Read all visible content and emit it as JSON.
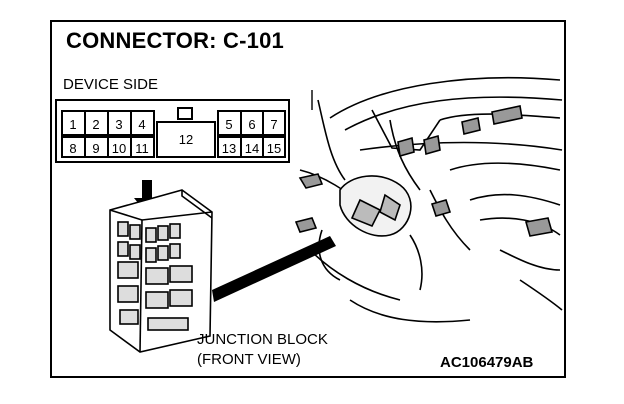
{
  "title": "CONNECTOR: C-101",
  "device_side_label": "DEVICE SIDE",
  "connector": {
    "top_pins": [
      "1",
      "2",
      "3",
      "4"
    ],
    "top_pins_right": [
      "5",
      "6",
      "7"
    ],
    "center_pin": "12",
    "bottom_pins_left": [
      "8",
      "9",
      "10",
      "11"
    ],
    "bottom_pins_right": [
      "13",
      "14",
      "15"
    ]
  },
  "junction_label": {
    "line1": "JUNCTION BLOCK",
    "line2": "(FRONT VIEW)"
  },
  "reference_code": "AC106479AB"
}
